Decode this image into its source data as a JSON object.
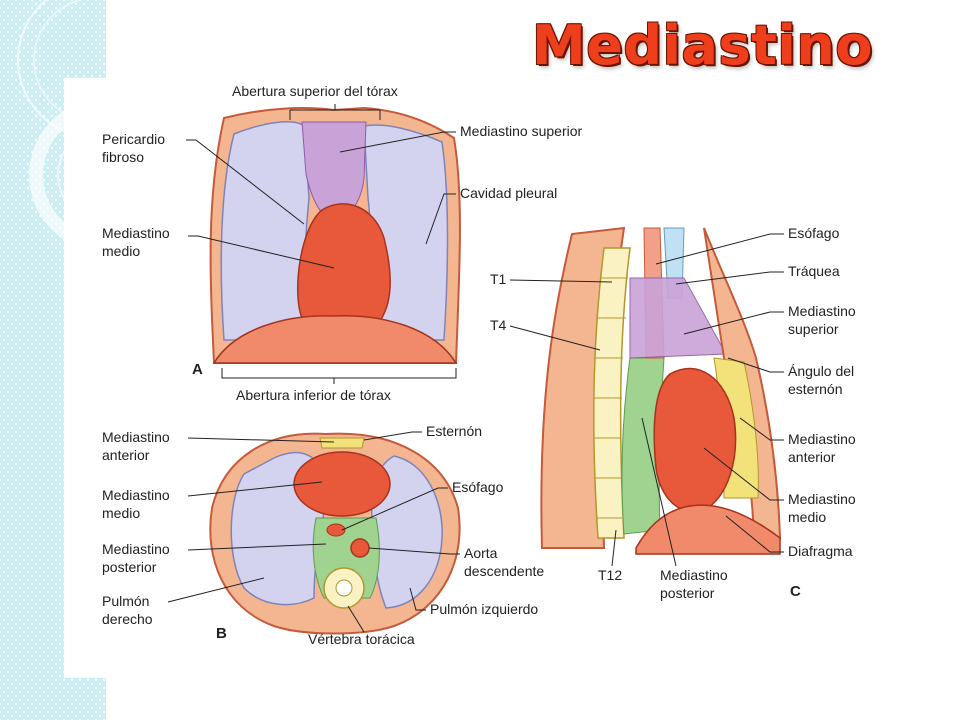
{
  "slide": {
    "title": "Mediastino"
  },
  "panel_a": {
    "letter": "A",
    "labels": {
      "superior_aperture": "Abertura superior del tórax",
      "fibrous_pericardium_line1": "Pericardio",
      "fibrous_pericardium_line2": "fibroso",
      "superior_mediastinum": "Mediastino superior",
      "pleural_cavity": "Cavidad pleural",
      "middle_mediastinum_line1": "Mediastino",
      "middle_mediastinum_line2": "medio",
      "inferior_aperture": "Abertura inferior de tórax"
    }
  },
  "panel_b": {
    "letter": "B",
    "labels": {
      "anterior_mediastinum_line1": "Mediastino",
      "anterior_mediastinum_line2": "anterior",
      "sternum": "Esternón",
      "middle_mediastinum_line1": "Mediastino",
      "middle_mediastinum_line2": "medio",
      "esophagus": "Esófago",
      "posterior_mediastinum_line1": "Mediastino",
      "posterior_mediastinum_line2": "posterior",
      "descending_aorta_line1": "Aorta",
      "descending_aorta_line2": "descendente",
      "right_lung_line1": "Pulmón",
      "right_lung_line2": "derecho",
      "left_lung": "Pulmón izquierdo",
      "thoracic_vertebra": "Vértebra torácica"
    }
  },
  "panel_c": {
    "letter": "C",
    "labels": {
      "esophagus": "Esófago",
      "trachea": "Tráquea",
      "t1": "T1",
      "t4": "T4",
      "t12": "T12",
      "superior_mediastinum_line1": "Mediastino",
      "superior_mediastinum_line2": "superior",
      "sternal_angle_line1": "Ángulo del",
      "sternal_angle_line2": "esternón",
      "anterior_mediastinum_line1": "Mediastino",
      "anterior_mediastinum_line2": "anterior",
      "middle_mediastinum_line1": "Mediastino",
      "middle_mediastinum_line2": "medio",
      "diaphragm": "Diafragma",
      "posterior_mediastinum_line1": "Mediastino",
      "posterior_mediastinum_line2": "posterior"
    }
  },
  "colors": {
    "title": "#ef3e1c",
    "side_band": "#cdeef3",
    "pleura": "#d3d3f0",
    "heart": "#e8583a",
    "superior_mediastinum": "#c9a3d8",
    "posterior_mediastinum": "#9fd38f",
    "anterior_mediastinum": "#f3e27a",
    "chest_wall": "#f4b690",
    "trachea": "#bfe1f3"
  }
}
